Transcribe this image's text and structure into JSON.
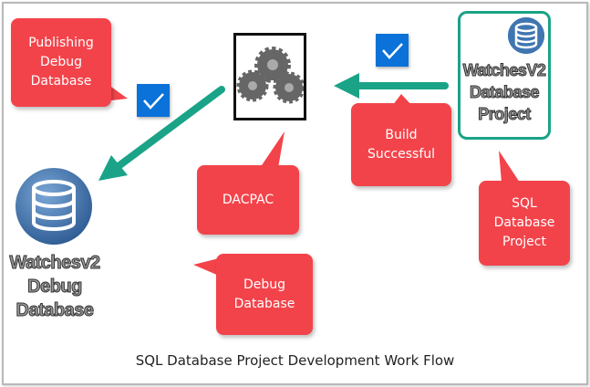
{
  "callouts": {
    "publishing": [
      "Publishing",
      "Debug",
      "Database"
    ],
    "build": [
      "Build",
      "Successful"
    ],
    "dacpac": [
      "DACPAC"
    ],
    "sql_project": [
      "SQL",
      "Database",
      "Project"
    ],
    "debug_db": [
      "Debug",
      "Database"
    ]
  },
  "project_box": {
    "lines": [
      "WatchesV2",
      "Database",
      "Project"
    ]
  },
  "debug_db_label": {
    "lines": [
      "Watchesv2",
      "Debug",
      "Database"
    ]
  },
  "caption": "SQL Database Project Development Work Flow",
  "colors": {
    "callout": "#f3434a",
    "arrow": "#1aa387",
    "check": "#0a72d8",
    "db": "#3f75b0"
  }
}
